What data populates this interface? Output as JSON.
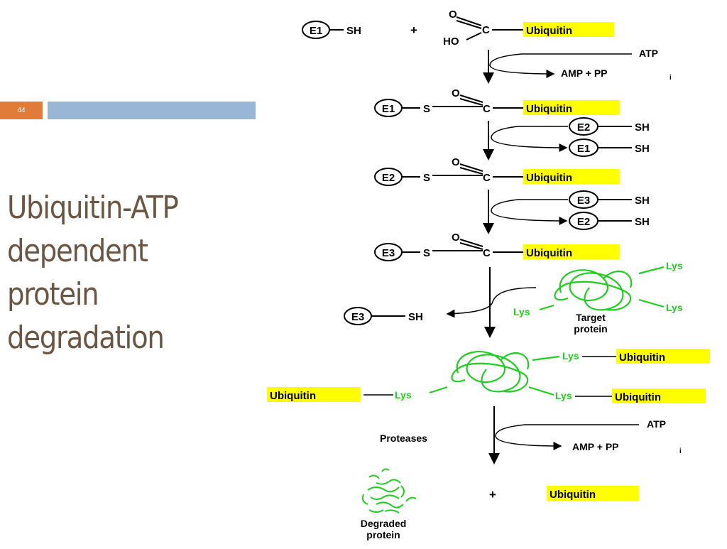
{
  "slide": {
    "number": "44",
    "title_lines": [
      "Ubiquitin-ATP",
      "dependent",
      "protein",
      "degradation"
    ],
    "colors": {
      "title": "#6b5644",
      "number_box": "#e07b39",
      "bar": "#9ab6d6",
      "highlight": "#ffff00",
      "protein": "#22cc22"
    }
  },
  "diagram": {
    "ubiquitin": "Ubiquitin",
    "enzymes": {
      "e1": "E1",
      "e2": "E2",
      "e3": "E3"
    },
    "atoms": {
      "sh": "SH",
      "s": "S",
      "c": "C",
      "o": "O",
      "ho": "HO"
    },
    "plus": "+",
    "atp": "ATP",
    "amp_ppi": "AMP + PP",
    "ppi_subscript": "i",
    "lys": "Lys",
    "target_protein": [
      "Target",
      "protein"
    ],
    "proteases": "Proteases",
    "degraded_protein": [
      "Degraded",
      "protein"
    ]
  }
}
